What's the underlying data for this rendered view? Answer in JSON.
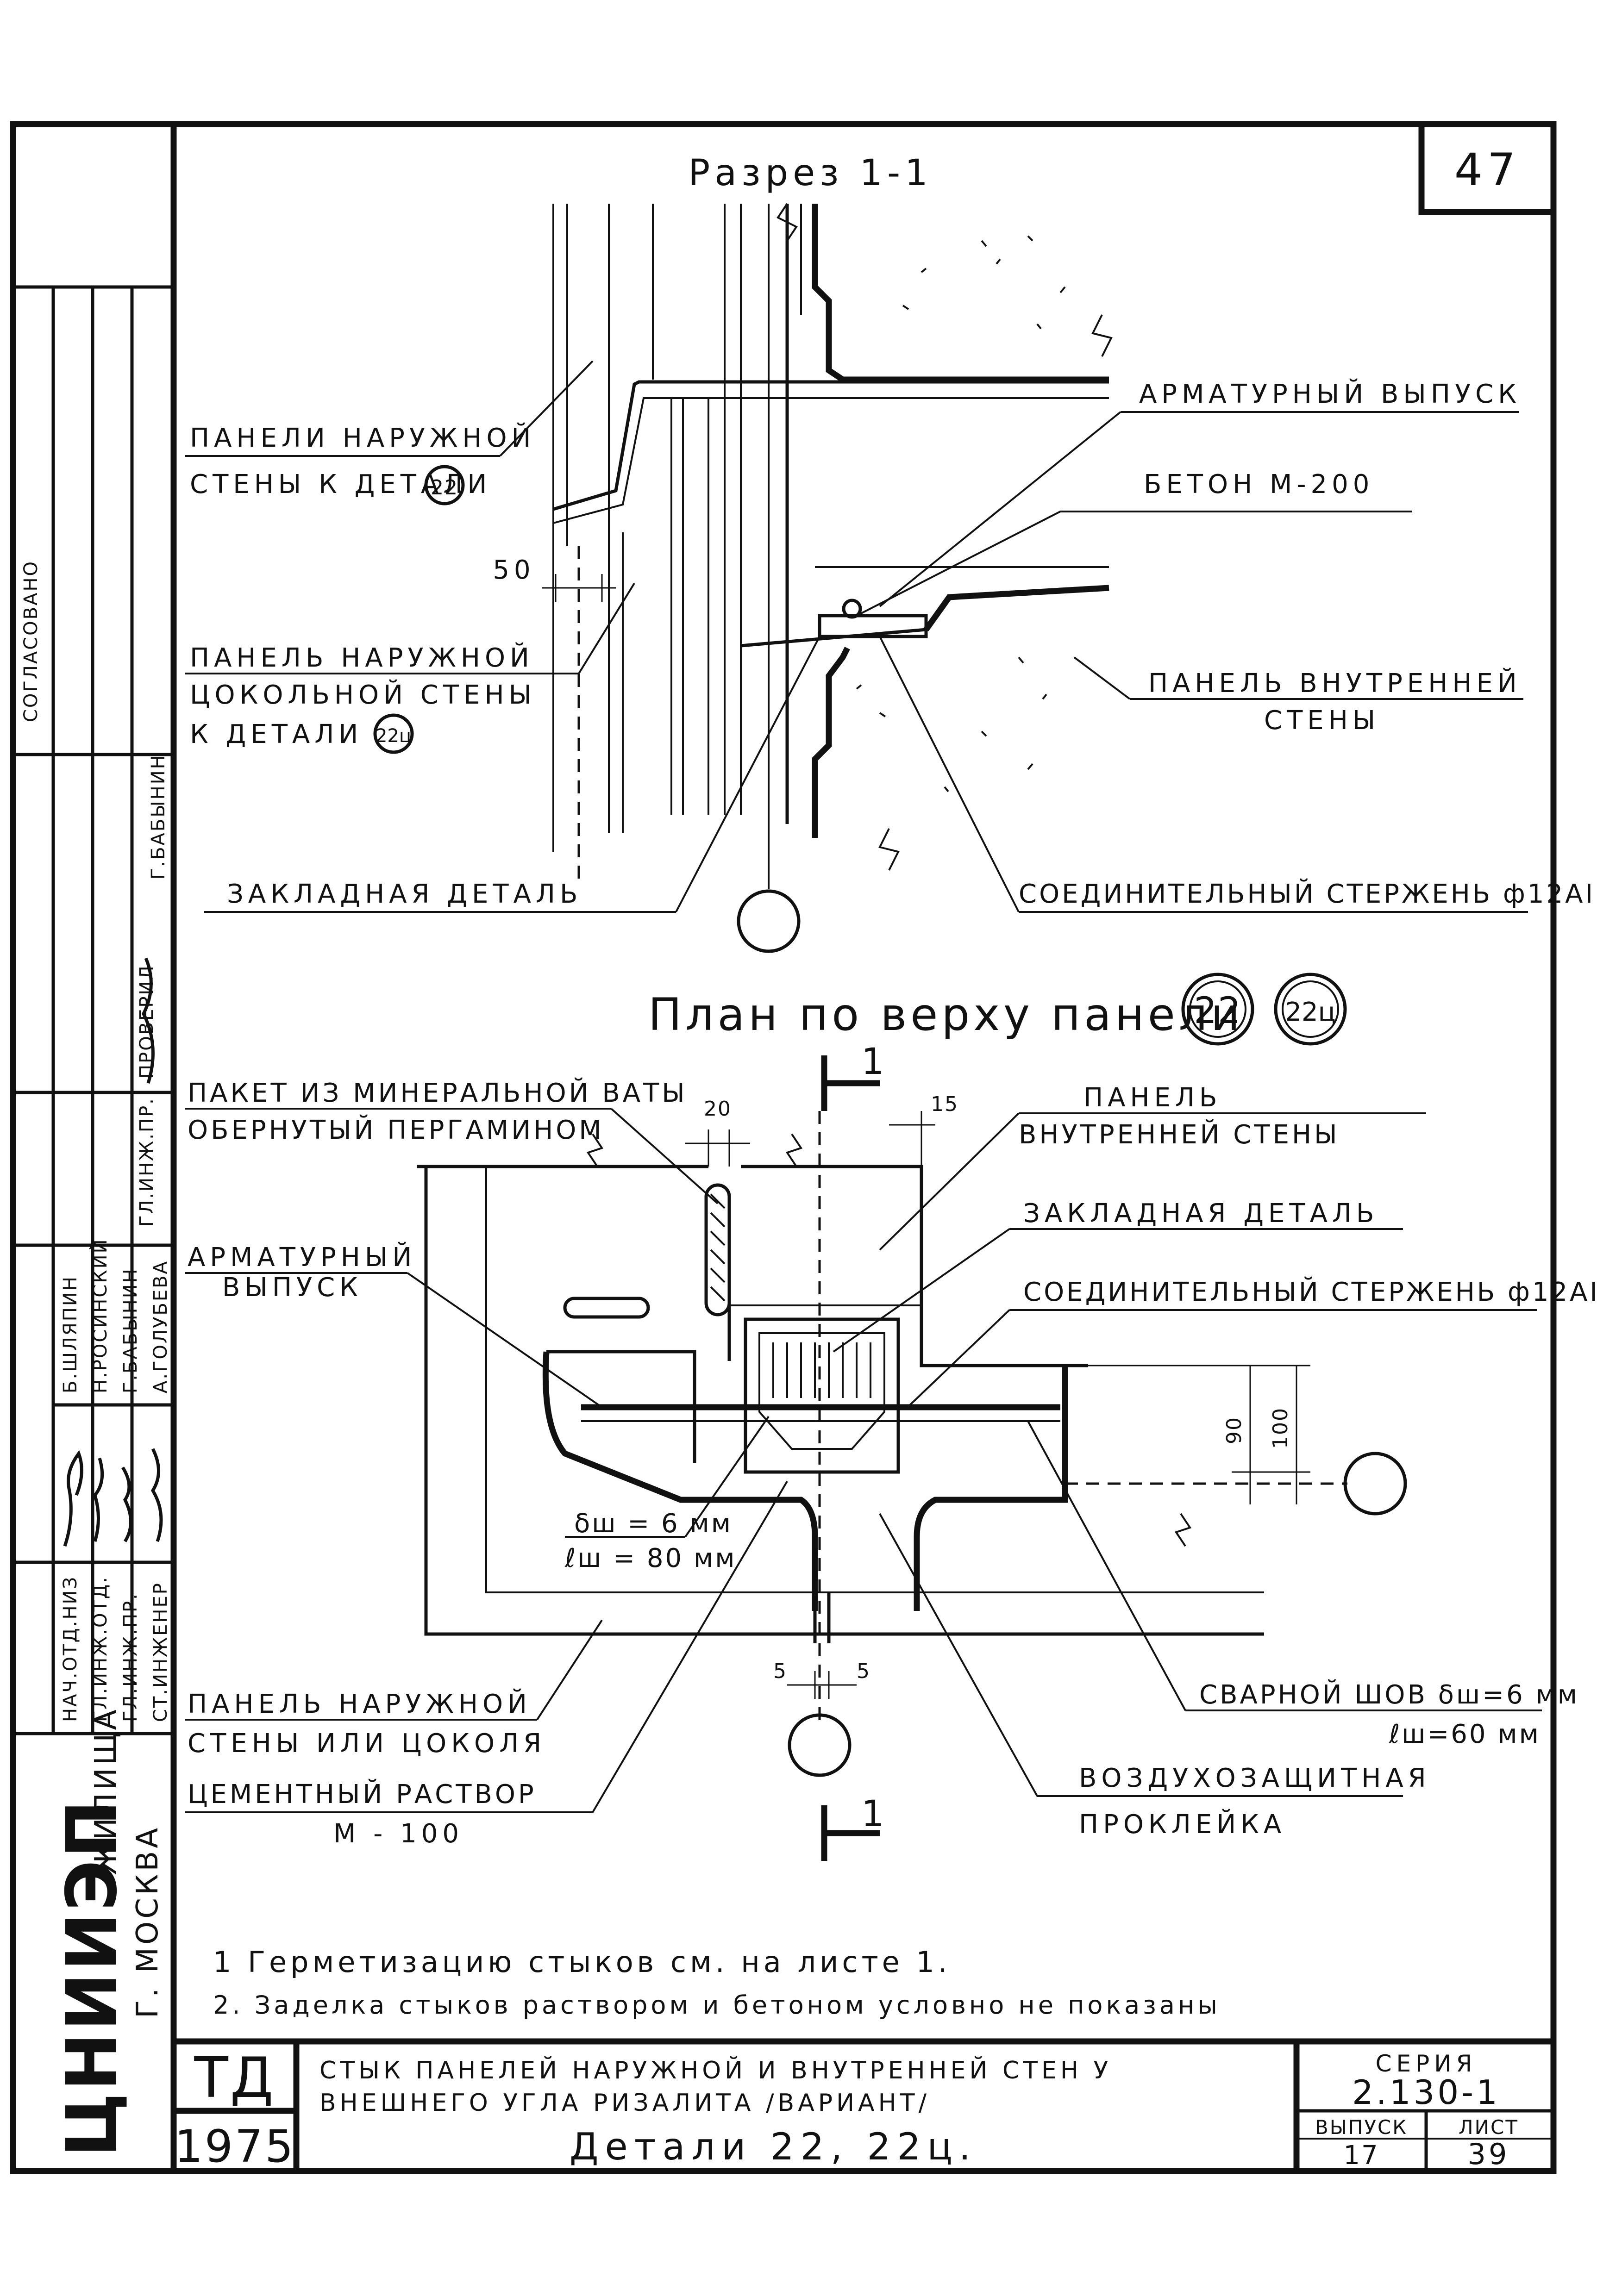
{
  "sheet_number": "47",
  "section_title": "Разрез 1-1",
  "section_labels": {
    "armature_outlet": "АРМАТУРНЫЙ ВЫПУСК",
    "concrete": "БЕТОН М-200",
    "outer_panels_line1": "ПАНЕЛИ НАРУЖНОЙ",
    "outer_panels_line2": "СТЕНЫ К ДЕТАЛИ",
    "outer_panels_ref": "22",
    "dim_50": "50",
    "plinth_panel_line1": "ПАНЕЛЬ НАРУЖНОЙ",
    "plinth_panel_line2": "ЦОКОЛЬНОЙ СТЕНЫ",
    "plinth_panel_line3": "К ДЕТАЛИ",
    "plinth_panel_ref": "22ц",
    "inner_panel_line1": "ПАНЕЛЬ ВНУТРЕННЕЙ",
    "inner_panel_line2": "СТЕНЫ",
    "embedded_part": "ЗАКЛАДНАЯ ДЕТАЛЬ",
    "connecting_rod": "СОЕДИНИТЕЛЬНЫЙ СТЕРЖЕНЬ ф12АI"
  },
  "plan_title": "План по верху панели",
  "plan_refs": [
    "22",
    "22ц"
  ],
  "plan_labels": {
    "section_mark": "1",
    "wool_line1": "ПАКЕТ ИЗ МИНЕРАЛЬНОЙ ВАТЫ",
    "wool_line2": "ОБЕРНУТЫЙ ПЕРГАМИНОМ",
    "dim_20": "20",
    "dim_15": "15",
    "inner_panel_line1": "ПАНЕЛЬ",
    "inner_panel_line2": "ВНУТРЕННЕЙ СТЕНЫ",
    "embedded_part": "ЗАКЛАДНАЯ ДЕТАЛЬ",
    "armature_line1": "АРМАТУРНЫЙ",
    "armature_line2": "ВЫПУСК",
    "connecting_rod": "СОЕДИНИТЕЛЬНЫЙ СТЕРЖЕНЬ ф12АI",
    "dim_90": "90",
    "dim_100": "100",
    "weld_left_line1": "δш = 6 мм",
    "weld_left_line2": "ℓш = 80 мм",
    "dim_5a": "5",
    "dim_5b": "5",
    "outer_panel_line1": "ПАНЕЛЬ НАРУЖНОЙ",
    "outer_panel_line2": "СТЕНЫ ИЛИ ЦОКОЛЯ",
    "weld_right_line1": "СВАРНОЙ ШОВ δш=6 мм",
    "weld_right_line2": "ℓш=60 мм",
    "mortar_line1": "ЦЕМЕНТНЫЙ РАСТВОР",
    "mortar_line2": "М - 100",
    "air_line1": "ВОЗДУХОЗАЩИТНАЯ",
    "air_line2": "ПРОКЛЕЙКА"
  },
  "notes": [
    "1 Герметизацию стыков см. на листе 1.",
    "2. Заделка стыков раствором и бетоном условно не показаны"
  ],
  "stamp": {
    "td": "ТД",
    "year": "1975",
    "title_line1": "СТЫК ПАНЕЛЕЙ НАРУЖНОЙ И ВНУТРЕННЕЙ СТЕН У",
    "title_line2": "ВНЕШНЕГО УГЛА РИЗАЛИТА /ВАРИАНТ/",
    "details": "Детали 22, 22ц.",
    "series_label": "СЕРИЯ",
    "series_value": "2.130-1",
    "issue_label": "ВЫПУСК",
    "issue_value": "17",
    "sheet_label": "ЛИСТ",
    "sheet_value": "39"
  },
  "side_block": {
    "agreed": "СОГЛАСОВАНО",
    "checked": "ПРОВЕРИЛ",
    "checker_role": "ГЛ.ИНЖ.ПР.",
    "checker_name": "Г.БАБЫНИН",
    "roles": [
      "НАЧ.ОТД.НИЗ",
      "ГЛ.ИНЖ.ОТД.",
      "ГЛ.ИНЖ.ПР.",
      "СТ.ИНЖЕНЕР"
    ],
    "names": [
      "Б.ШЛЯПИН",
      "Н.РОСИНСКИЙ",
      "Г.БАБЫНИН",
      "А.ГОЛУБЕВА"
    ],
    "org": "ЦНИИЭП",
    "org_suffix": "ЖИЛИЩА",
    "city": "Г. МОСКВА"
  }
}
